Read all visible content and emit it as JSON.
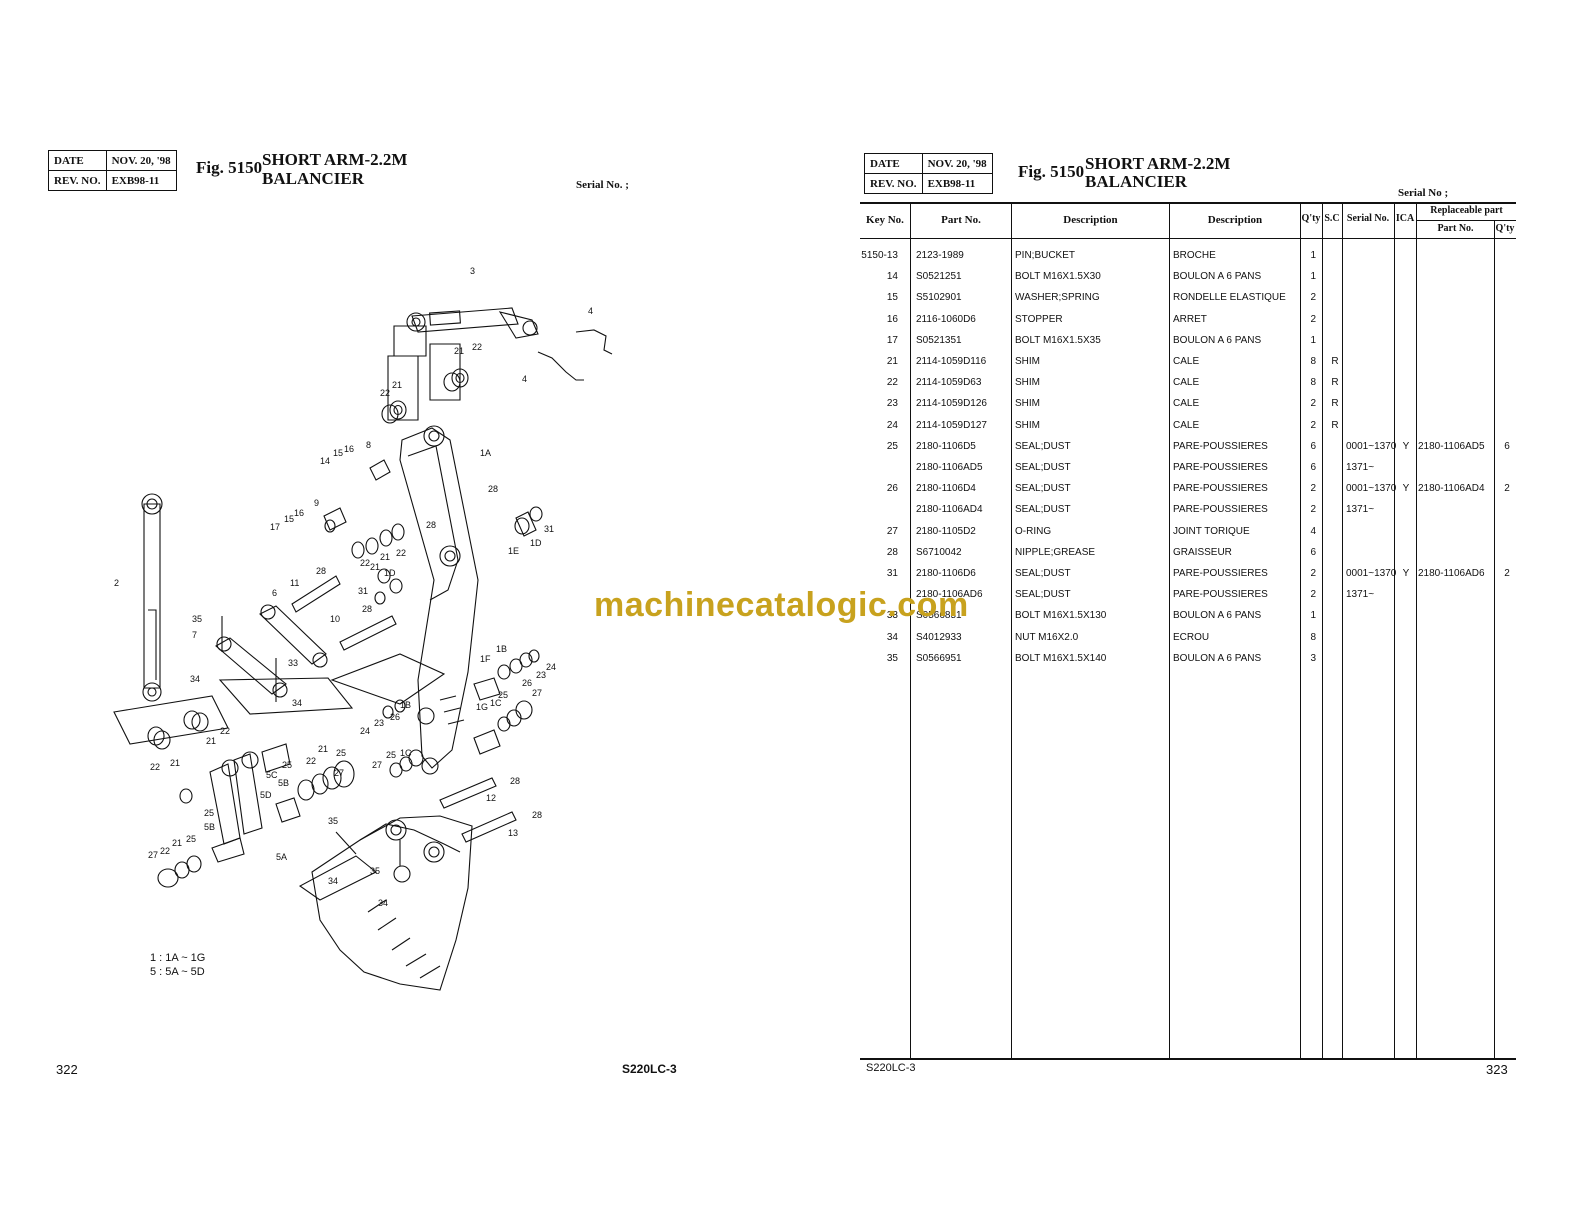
{
  "left_page": {
    "date_label": "DATE",
    "date_value": "NOV. 20, '98",
    "rev_label": "REV. NO.",
    "rev_value": "EXB98-11",
    "fig_label": "Fig. 5150",
    "title_en": "SHORT ARM-2.2M",
    "title_fr": "BALANCIER",
    "serial_label": "Serial No. ;",
    "legend_1": "1 : 1A ~ 1G",
    "legend_5": "5 : 5A ~ 5D",
    "page_number": "322",
    "model": "S220LC-3"
  },
  "right_page": {
    "date_label": "DATE",
    "date_value": "NOV. 20, '98",
    "rev_label": "REV. NO.",
    "rev_value": "EXB98-11",
    "fig_label": "Fig. 5150",
    "title_en": "SHORT ARM-2.2M",
    "title_fr": "BALANCIER",
    "serial_label": "Serial No ;",
    "page_number": "323",
    "model": "S220LC-3"
  },
  "table": {
    "headers": {
      "key": "Key No.",
      "part": "Part No.",
      "desc_en": "Description",
      "desc_fr": "Description",
      "qty": "Q'ty",
      "sc": "S.C",
      "serial": "Serial No.",
      "ica": "ICA",
      "replaceable": "Replaceable part",
      "rep_part": "Part No.",
      "rep_qty": "Q'ty"
    },
    "rows": [
      {
        "key": "5150-13",
        "part": "2123-1989",
        "desc_en": "PIN;BUCKET",
        "desc_fr": "BROCHE",
        "qty": "1",
        "sc": "",
        "serial": "",
        "ica": "",
        "rep_part": "",
        "rep_qty": ""
      },
      {
        "key": "14",
        "part": "S0521251",
        "desc_en": "BOLT M16X1.5X30",
        "desc_fr": "BOULON A 6 PANS",
        "qty": "1",
        "sc": "",
        "serial": "",
        "ica": "",
        "rep_part": "",
        "rep_qty": ""
      },
      {
        "key": "15",
        "part": "S5102901",
        "desc_en": "WASHER;SPRING",
        "desc_fr": "RONDELLE ELASTIQUE",
        "qty": "2",
        "sc": "",
        "serial": "",
        "ica": "",
        "rep_part": "",
        "rep_qty": ""
      },
      {
        "key": "16",
        "part": "2116-1060D6",
        "desc_en": "STOPPER",
        "desc_fr": "ARRET",
        "qty": "2",
        "sc": "",
        "serial": "",
        "ica": "",
        "rep_part": "",
        "rep_qty": ""
      },
      {
        "key": "17",
        "part": "S0521351",
        "desc_en": "BOLT M16X1.5X35",
        "desc_fr": "BOULON A 6 PANS",
        "qty": "1",
        "sc": "",
        "serial": "",
        "ica": "",
        "rep_part": "",
        "rep_qty": ""
      },
      {
        "key": "21",
        "part": "2114-1059D116",
        "desc_en": "SHIM",
        "desc_fr": "CALE",
        "qty": "8",
        "sc": "R",
        "serial": "",
        "ica": "",
        "rep_part": "",
        "rep_qty": ""
      },
      {
        "key": "22",
        "part": "2114-1059D63",
        "desc_en": "SHIM",
        "desc_fr": "CALE",
        "qty": "8",
        "sc": "R",
        "serial": "",
        "ica": "",
        "rep_part": "",
        "rep_qty": ""
      },
      {
        "key": "23",
        "part": "2114-1059D126",
        "desc_en": "SHIM",
        "desc_fr": "CALE",
        "qty": "2",
        "sc": "R",
        "serial": "",
        "ica": "",
        "rep_part": "",
        "rep_qty": ""
      },
      {
        "key": "24",
        "part": "2114-1059D127",
        "desc_en": "SHIM",
        "desc_fr": "CALE",
        "qty": "2",
        "sc": "R",
        "serial": "",
        "ica": "",
        "rep_part": "",
        "rep_qty": ""
      },
      {
        "key": "25",
        "part": "2180-1106D5",
        "desc_en": "SEAL;DUST",
        "desc_fr": "PARE-POUSSIERES",
        "qty": "6",
        "sc": "",
        "serial": "0001~1370",
        "ica": "Y",
        "rep_part": "2180-1106AD5",
        "rep_qty": "6"
      },
      {
        "key": "",
        "part": "2180-1106AD5",
        "desc_en": "SEAL;DUST",
        "desc_fr": "PARE-POUSSIERES",
        "qty": "6",
        "sc": "",
        "serial": "1371~",
        "ica": "",
        "rep_part": "",
        "rep_qty": ""
      },
      {
        "key": "26",
        "part": "2180-1106D4",
        "desc_en": "SEAL;DUST",
        "desc_fr": "PARE-POUSSIERES",
        "qty": "2",
        "sc": "",
        "serial": "0001~1370",
        "ica": "Y",
        "rep_part": "2180-1106AD4",
        "rep_qty": "2"
      },
      {
        "key": "",
        "part": "2180-1106AD4",
        "desc_en": "SEAL;DUST",
        "desc_fr": "PARE-POUSSIERES",
        "qty": "2",
        "sc": "",
        "serial": "1371~",
        "ica": "",
        "rep_part": "",
        "rep_qty": ""
      },
      {
        "key": "27",
        "part": "2180-1105D2",
        "desc_en": "O-RING",
        "desc_fr": "JOINT TORIQUE",
        "qty": "4",
        "sc": "",
        "serial": "",
        "ica": "",
        "rep_part": "",
        "rep_qty": ""
      },
      {
        "key": "28",
        "part": "S6710042",
        "desc_en": "NIPPLE;GREASE",
        "desc_fr": "GRAISSEUR",
        "qty": "6",
        "sc": "",
        "serial": "",
        "ica": "",
        "rep_part": "",
        "rep_qty": ""
      },
      {
        "key": "31",
        "part": "2180-1106D6",
        "desc_en": "SEAL;DUST",
        "desc_fr": "PARE-POUSSIERES",
        "qty": "2",
        "sc": "",
        "serial": "0001~1370",
        "ica": "Y",
        "rep_part": "2180-1106AD6",
        "rep_qty": "2"
      },
      {
        "key": "",
        "part": "2180-1106AD6",
        "desc_en": "SEAL;DUST",
        "desc_fr": "PARE-POUSSIERES",
        "qty": "2",
        "sc": "",
        "serial": "1371~",
        "ica": "",
        "rep_part": "",
        "rep_qty": ""
      },
      {
        "key": "33",
        "part": "S0566851",
        "desc_en": "BOLT M16X1.5X130",
        "desc_fr": "BOULON A 6 PANS",
        "qty": "1",
        "sc": "",
        "serial": "",
        "ica": "",
        "rep_part": "",
        "rep_qty": ""
      },
      {
        "key": "34",
        "part": "S4012933",
        "desc_en": "NUT M16X2.0",
        "desc_fr": "ECROU",
        "qty": "8",
        "sc": "",
        "serial": "",
        "ica": "",
        "rep_part": "",
        "rep_qty": ""
      },
      {
        "key": "35",
        "part": "S0566951",
        "desc_en": "BOLT M16X1.5X140",
        "desc_fr": "BOULON A 6 PANS",
        "qty": "3",
        "sc": "",
        "serial": "",
        "ica": "",
        "rep_part": "",
        "rep_qty": ""
      }
    ]
  },
  "watermark": "machinecatalogic.com",
  "callouts": [
    "3",
    "4",
    "4",
    "21",
    "22",
    "22",
    "21",
    "8",
    "1A",
    "14",
    "15",
    "16",
    "9",
    "17",
    "15",
    "16",
    "28",
    "28",
    "1E",
    "1D",
    "31",
    "22",
    "21",
    "22",
    "21",
    "1D",
    "31",
    "2",
    "11",
    "28",
    "6",
    "35",
    "7",
    "10",
    "28",
    "33",
    "34",
    "34",
    "1B",
    "1F",
    "24",
    "23",
    "26",
    "25",
    "27",
    "1C",
    "1G",
    "22",
    "21",
    "22",
    "21",
    "1B",
    "26",
    "23",
    "24",
    "25",
    "1C",
    "27",
    "25",
    "21",
    "22",
    "27",
    "5C",
    "5B",
    "5D",
    "25",
    "25",
    "5B",
    "12",
    "28",
    "13",
    "28",
    "35",
    "34",
    "35",
    "34",
    "27",
    "22",
    "21",
    "25",
    "5A"
  ]
}
